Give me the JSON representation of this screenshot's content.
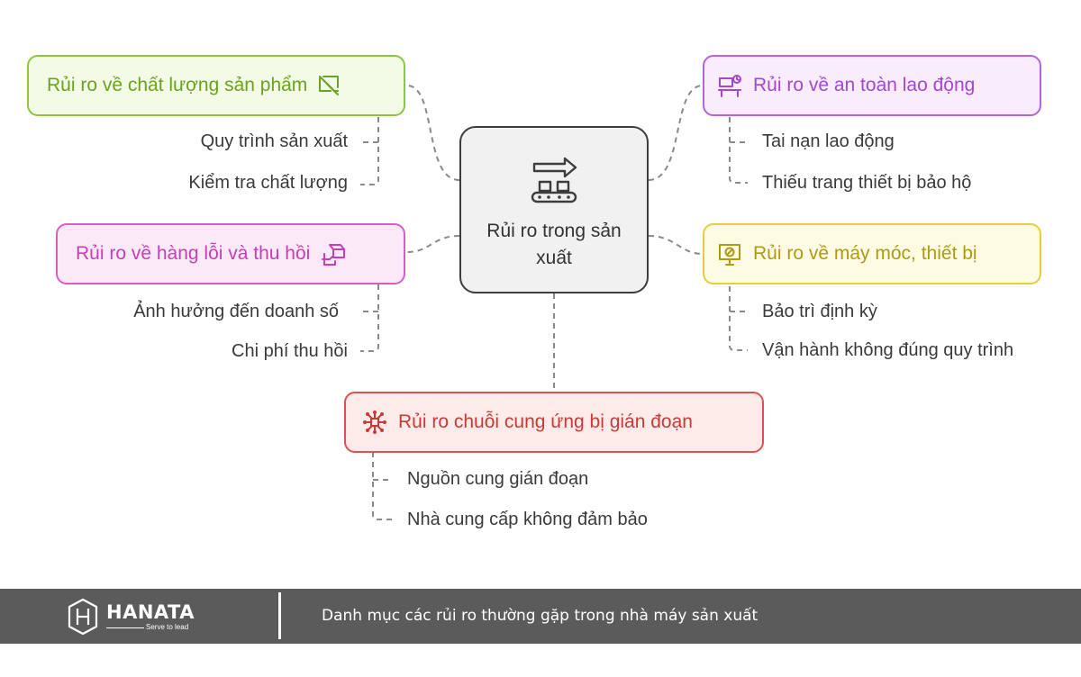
{
  "center": {
    "title": "Rủi ro trong sản xuất"
  },
  "branches": {
    "quality": {
      "label": "Rủi ro về chất lượng sản phẩm",
      "items": [
        "Quy trình sản xuất",
        "Kiểm tra chất lượng"
      ],
      "color": "#8cc63f",
      "fill": "#f3fae6",
      "text_color": "#6aa222"
    },
    "recall": {
      "label": "Rủi ro về hàng lỗi và thu hồi",
      "items": [
        "Ảnh hưởng đến doanh số",
        "Chi phí thu hồi"
      ],
      "color": "#d65fc7",
      "fill": "#fbe9f8",
      "text_color": "#c440b3"
    },
    "safety": {
      "label": "Rủi ro về an toàn lao động",
      "items": [
        "Tai nạn lao động",
        "Thiếu trang thiết bị bảo hộ"
      ],
      "color": "#b565d9",
      "fill": "#f8ecfd",
      "text_color": "#a347cd"
    },
    "machine": {
      "label": "Rủi ro về máy móc, thiết bị",
      "items": [
        "Bảo trì định kỳ",
        "Vận hành không đúng quy trình"
      ],
      "color": "#e3cf3c",
      "fill": "#fdfbe4",
      "text_color": "#b09a10"
    },
    "supply": {
      "label": "Rủi ro chuỗi cung ứng bị gián đoạn",
      "items": [
        "Nguồn cung gián đoạn",
        "Nhà cung cấp không đảm bảo"
      ],
      "color": "#d9534f",
      "fill": "#fdebea",
      "text_color": "#c83a36"
    }
  },
  "footer": {
    "brand": "HANATA",
    "slogan": "Serve to lead",
    "caption": "Danh mục các rủi ro thường gặp trong nhà máy sản xuất"
  },
  "icons": {
    "center": "conveyor-icon",
    "quality": "broken-box-icon",
    "recall": "return-box-icon",
    "safety": "workstation-icon",
    "machine": "monitor-error-icon",
    "supply": "network-icon"
  }
}
